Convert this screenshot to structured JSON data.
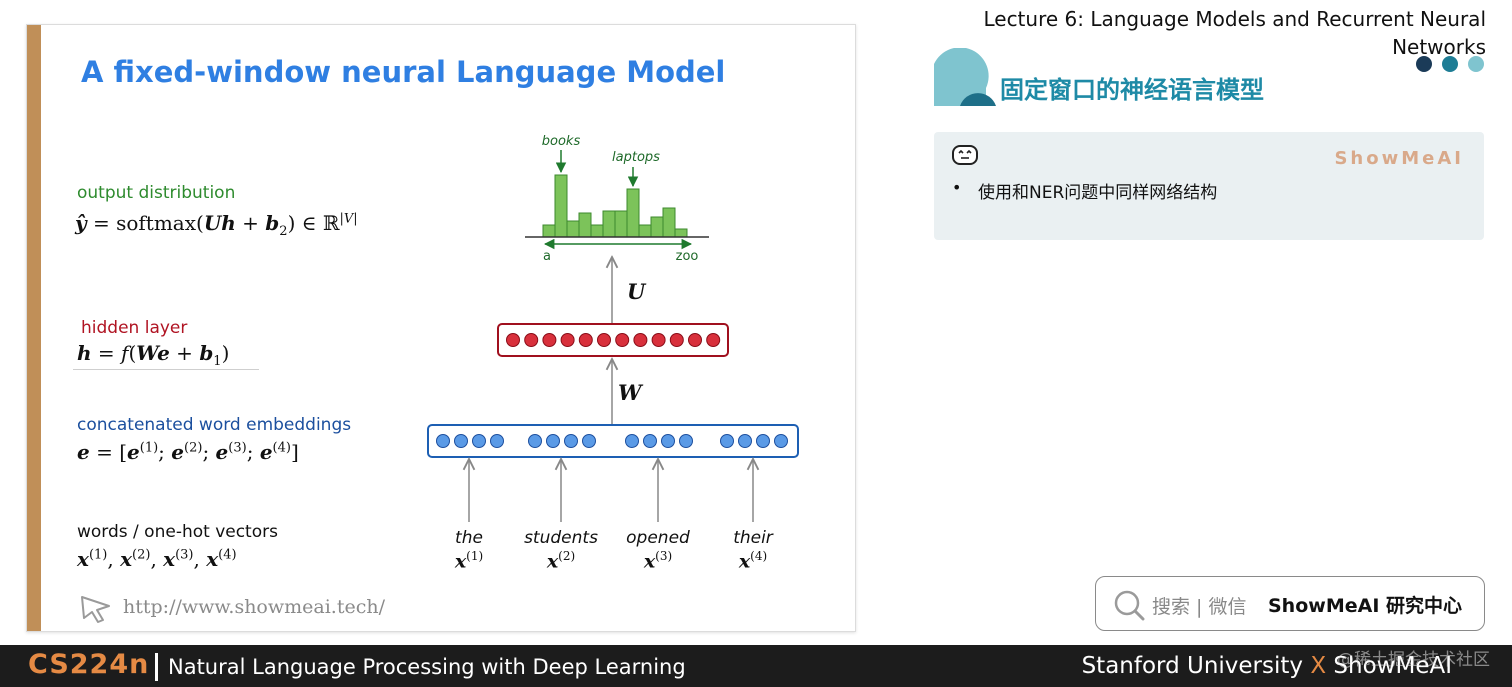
{
  "slide": {
    "title": "A fixed-window neural Language Model",
    "labels": {
      "output": "output distribution",
      "hidden": "hidden layer",
      "concat": "concatenated word embeddings",
      "words": "words / one-hot vectors"
    },
    "words": [
      {
        "text": "the",
        "sup": "(1)"
      },
      {
        "text": "students",
        "sup": "(2)"
      },
      {
        "text": "opened",
        "sup": "(3)"
      },
      {
        "text": "their",
        "sup": "(4)"
      }
    ],
    "histogram": {
      "books_label": "books",
      "laptops_label": "laptops",
      "axis_start": "a",
      "axis_end": "zoo"
    },
    "matrix_u": "U",
    "matrix_w": "W",
    "url": "http://www.showmeai.tech/",
    "colors": {
      "accent": "#2f7fe2",
      "output": "#2e8b2e",
      "hidden": "#b01322",
      "embed": "#1b4f9e",
      "bar": "#c08f58"
    }
  },
  "right": {
    "lecture_title": "Lecture 6: Language Models and Recurrent Neural Networks",
    "section_title": "固定窗口的神经语言模型",
    "note": {
      "icon": "robot-icon",
      "brand": "ShowMeAI",
      "bullet": "•",
      "text": "使用和NER问题中同样网络结构"
    },
    "search": {
      "icon": "search-icon",
      "text": "搜索 | 微信",
      "brand": "ShowMeAI 研究中心"
    }
  },
  "bottom_bar": {
    "course": "CS224n",
    "subtitle": "Natural Language Processing with Deep Learning",
    "university": "Stanford University",
    "x": "X",
    "brand": "ShowMeAI",
    "watermark": "@稀土掘金技术社区"
  }
}
